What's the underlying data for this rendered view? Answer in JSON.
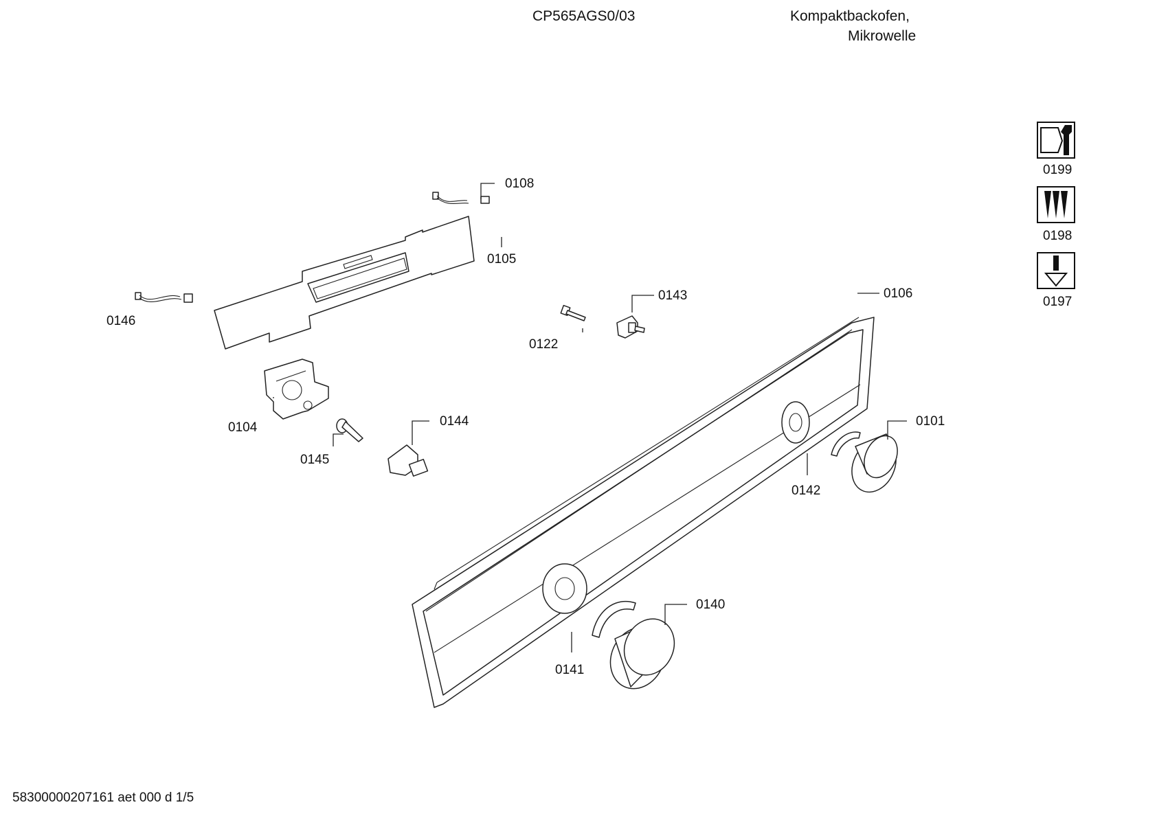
{
  "header": {
    "model": "CP565AGS0/03",
    "description_line1": "Kompaktbackofen,",
    "description_line2": "Mikrowelle"
  },
  "footer": {
    "document_id": "58300000207161 aet 000 d 1/5"
  },
  "parts": [
    {
      "number": "0101"
    },
    {
      "number": "0104"
    },
    {
      "number": "0105"
    },
    {
      "number": "0106"
    },
    {
      "number": "0108"
    },
    {
      "number": "0122"
    },
    {
      "number": "0140"
    },
    {
      "number": "0141"
    },
    {
      "number": "0142"
    },
    {
      "number": "0143"
    },
    {
      "number": "0144"
    },
    {
      "number": "0145"
    },
    {
      "number": "0146"
    }
  ],
  "service_icons": [
    {
      "number": "0199",
      "icon": "wrench-nut-icon"
    },
    {
      "number": "0198",
      "icon": "screws-icon"
    },
    {
      "number": "0197",
      "icon": "screwdriver-icon"
    }
  ]
}
